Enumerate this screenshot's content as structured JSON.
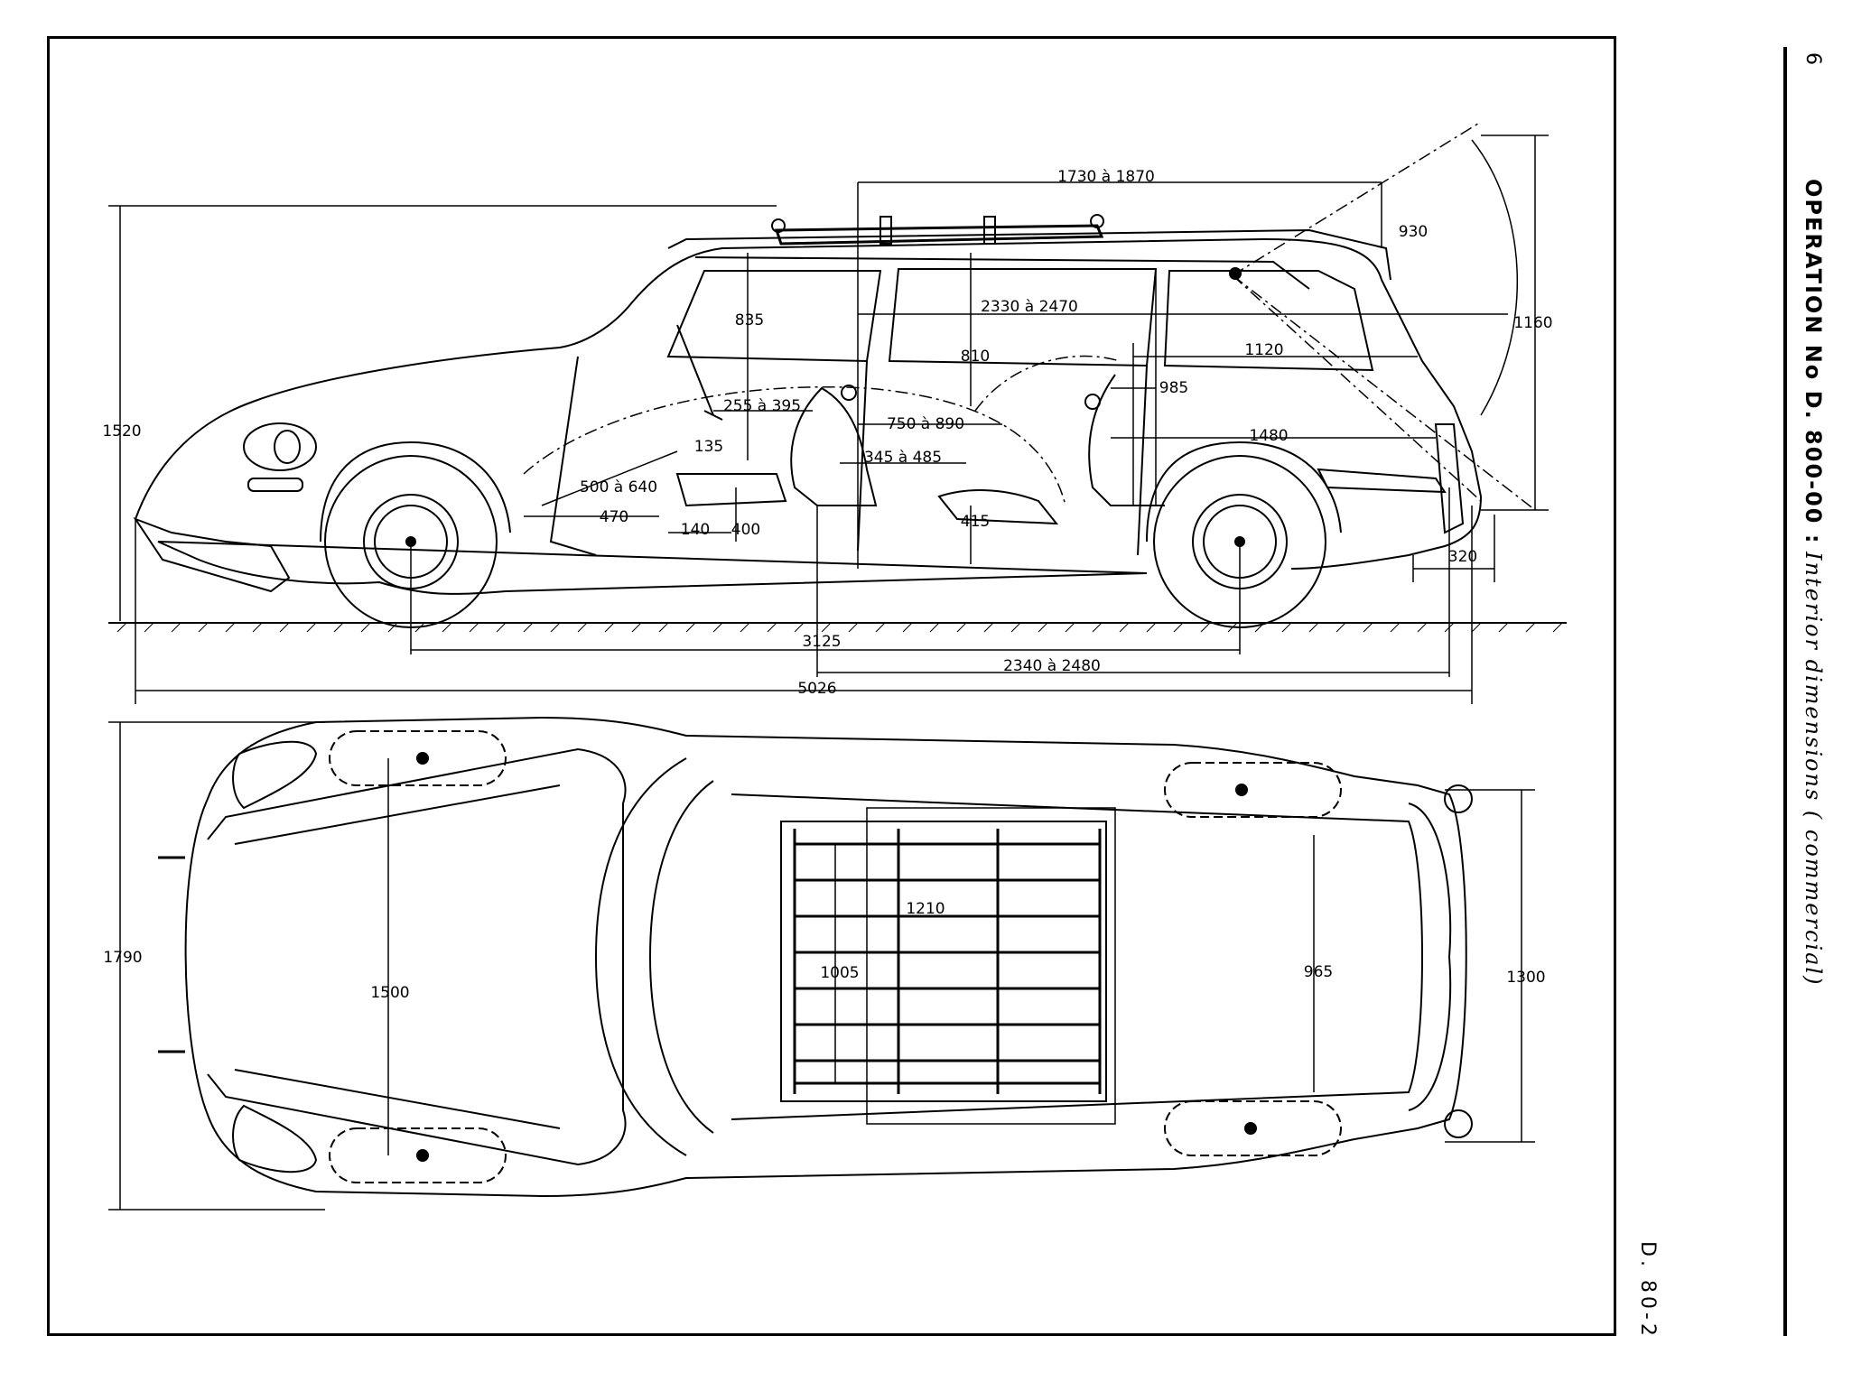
{
  "page": {
    "number": "6",
    "operation_label": "OPERATION No D. 800-00 :",
    "operation_subtitle": "Interior dimensions ( commercial)",
    "doc_reference": "D. 80-2"
  },
  "side_view": {
    "dimensions": {
      "overall_length": "5026",
      "wheelbase": "3125",
      "rear_load_range": "2340 à 2480",
      "height": "1520",
      "rear_overhang": "320",
      "roof_length": "1730 à 1870",
      "interior_length": "2330 à 2470",
      "cargo_length": "1120",
      "cargo_floor_length": "1480",
      "tailgate_height": "1160",
      "tailgate_arc": "930",
      "front_headroom": "835",
      "rear_headroom": "810",
      "rear_seat_height": "985",
      "seat_travel_front": "255 à 395",
      "seat_travel_rear": "750 à 890",
      "legroom_rear": "345 à 485",
      "pedal_range": "500 à 640",
      "floor_front": "470",
      "seat_offset": "135",
      "floor_gap": "140",
      "seat_height_front": "400",
      "seat_height_rear": "415"
    }
  },
  "top_view": {
    "dimensions": {
      "overall_width": "1790",
      "front_track": "1500",
      "rear_track": "1300",
      "rear_interior_width": "965",
      "rack_length": "1210",
      "rack_width": "1005"
    }
  }
}
